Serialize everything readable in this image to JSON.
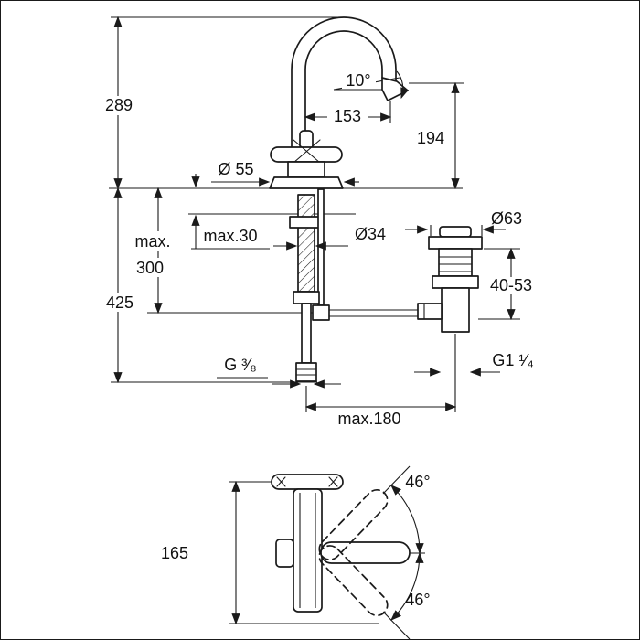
{
  "dims": {
    "d289": "289",
    "angle10": "10°",
    "d153": "153",
    "d194": "194",
    "d55": "Ø 55",
    "max30": "max.30",
    "d34": "Ø34",
    "d63": "Ø63",
    "max300_line1": "max.",
    "max300_line2": "300",
    "d425": "425",
    "range4053": "40-53",
    "g114": "G1 ¹⁄₄",
    "max180": "max.180",
    "g38": "G ³⁄₈",
    "d165": "165",
    "angle46_upper": "46°",
    "angle46_lower": "46°"
  }
}
